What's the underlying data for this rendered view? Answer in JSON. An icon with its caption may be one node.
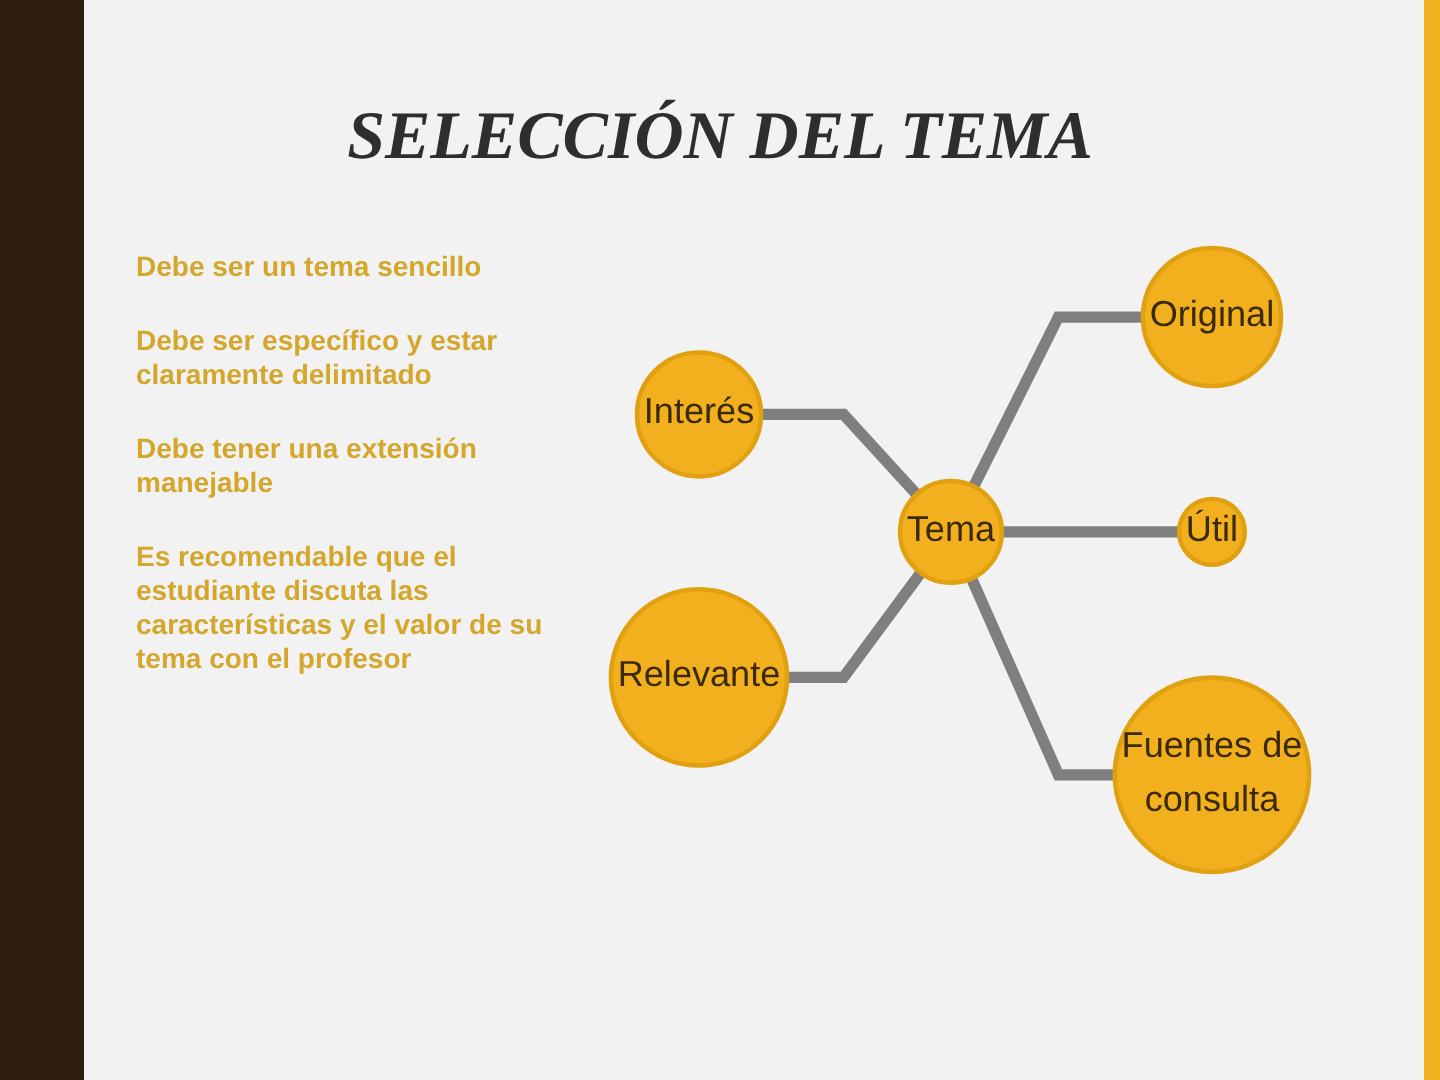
{
  "diagram": {
    "title": "SELECCIÓN DEL TEMA",
    "nodes": [
      {
        "text": [
          "Interés"
        ]
      },
      {
        "text": [
          "Relevante"
        ]
      },
      {
        "text": [
          "Tema"
        ]
      },
      {
        "text": [
          "Original"
        ]
      },
      {
        "text": [
          "Útil"
        ]
      },
      {
        "text": [
          "Fuentes de consulta"
        ]
      }
    ],
    "edges": [
      {
        "from": 0,
        "to": 2,
        "arrow": "none"
      },
      {
        "from": 1,
        "to": 2,
        "arrow": "none"
      },
      {
        "from": 2,
        "to": 3,
        "arrow": "none"
      },
      {
        "from": 2,
        "to": 4,
        "arrow": "none"
      },
      {
        "from": 2,
        "to": 5,
        "arrow": "none"
      }
    ],
    "labels": [
      "Debe ser un tema sencillo",
      "Debe ser específico y estar claramente delimitado",
      "Debe tener una extensión manejable",
      "Es recomendable que el estudiante discuta las características y el valor de su tema con el profesor"
    ]
  }
}
